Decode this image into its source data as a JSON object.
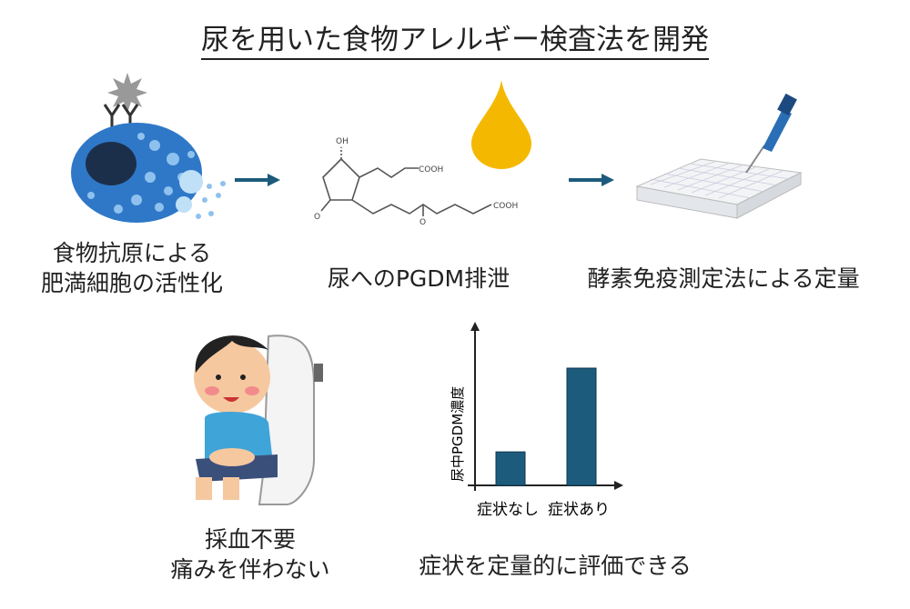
{
  "title": "尿を用いた食物アレルギー検査法を開発",
  "steps": [
    {
      "caption_lines": [
        "食物抗原による",
        "肥満細胞の活性化"
      ],
      "icon": "mast-cell-icon"
    },
    {
      "caption": "尿へのPGDM排泄",
      "icon": "pgdm-structure-icon",
      "labels": {
        "oh": "OH",
        "cooh1": "COOH",
        "cooh2": "COOH",
        "o1": "O",
        "o2": "O"
      }
    },
    {
      "caption": "酵素免疫測定法による定量",
      "icon": "microplate-pipette-icon"
    }
  ],
  "bottom": {
    "left_caption_lines": [
      "採血不要",
      "痛みを伴わない"
    ],
    "right_caption": "症状を定量的に評価できる"
  },
  "colors": {
    "bar": "#1c5b7c",
    "arrow": "#1c5b7c",
    "drop": "#f5b800",
    "cell": "#2f78c8"
  },
  "chart_data": {
    "type": "bar",
    "categories": [
      "症状なし",
      "症状あり"
    ],
    "values": [
      1,
      3.5
    ],
    "ylabel": "尿中PGDM濃度",
    "xlabel": "",
    "grid": false
  }
}
